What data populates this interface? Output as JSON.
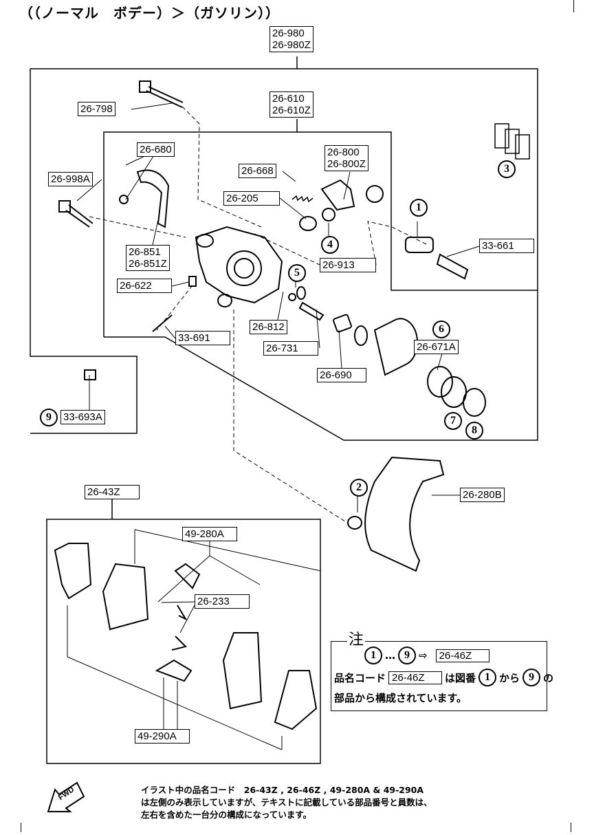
{
  "title": "（（ノーマル　ボデー）＞（ガソリン））",
  "labels": {
    "l26980": "26-980",
    "l26980z": "26-980Z",
    "l26798": "26-798",
    "l26610": "26-610",
    "l26610z": "26-610Z",
    "l26680": "26-680",
    "l26998a": "26-998A",
    "l26668": "26-668",
    "l26800": "26-800",
    "l26800z": "26-800Z",
    "l26205": "26-205",
    "l26851": "26-851",
    "l26851z": "26-851Z",
    "l26913": "26-913",
    "l33661": "33-661",
    "l26622": "26-622",
    "l26812": "26-812",
    "l33691": "33-691",
    "l26731": "26-731",
    "l26671a": "26-671A",
    "l26690": "26-690",
    "l33693a": "33-693A",
    "l2643z": "26-43Z",
    "l49280a": "49-280A",
    "l26280b": "26-280B",
    "l26233": "26-233",
    "l49290a": "49-290A"
  },
  "callouts": [
    "1",
    "2",
    "3",
    "4",
    "5",
    "6",
    "7",
    "8",
    "9"
  ],
  "note": {
    "heading": "注",
    "from": "1",
    "ellipsis": "…",
    "to": "9",
    "arrow": "⇨",
    "kit": "26-46Z",
    "line2_pre": "品名コード",
    "line2_code": "26-46Z",
    "line2_mid": "は図番",
    "line2_from": "1",
    "line2_kara": "から",
    "line2_to": "9",
    "line2_no": "の",
    "line3": "部品から構成されています。"
  },
  "fwd_label": "FWD",
  "footer": [
    "イラスト中の品名コード　26-43Z , 26-46Z , 49-280A & 49-290A",
    "は左側のみ表示していますが、テキストに記載している部品番号と員数は、",
    "左右を含めた一台分の構成になっています。"
  ]
}
